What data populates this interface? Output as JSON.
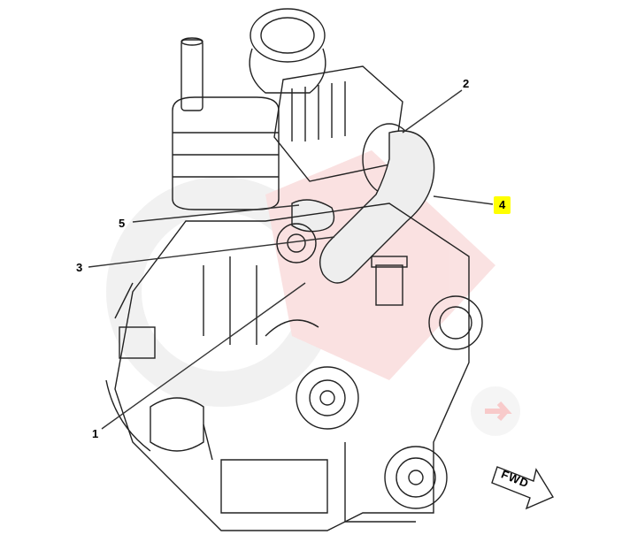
{
  "figure": {
    "callouts": [
      "1",
      "2",
      "3",
      "4",
      "5"
    ],
    "highlighted_callout": "4",
    "highlight_color": "#ffff00",
    "direction_label": "FWD",
    "watermark_color": "#f3c9c9"
  }
}
